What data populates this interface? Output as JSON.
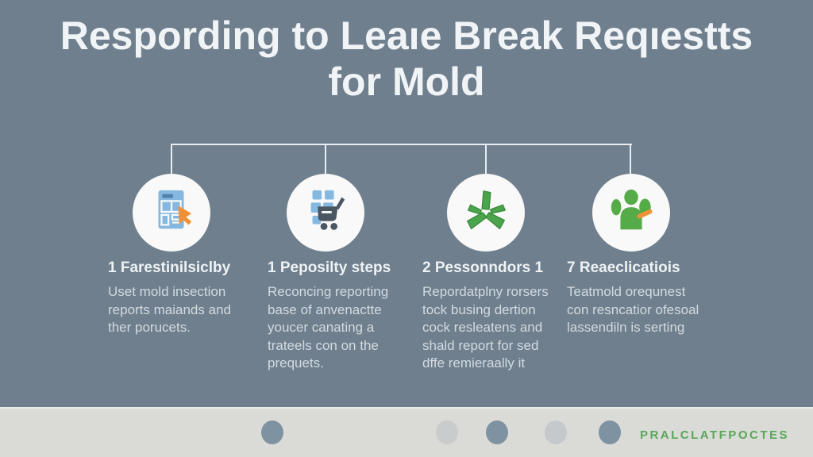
{
  "title": {
    "line1": "Respording to Leaıe Break Reqıestts",
    "line2": "for Mold"
  },
  "steps": [
    {
      "icon": "form-cursor-icon",
      "heading": "1 Farestinilsiclby",
      "lines": [
        "Uset mold insection",
        "reports maiands and",
        "ther porucets."
      ]
    },
    {
      "icon": "grid-cart-icon",
      "heading": "1 Peposilty steps",
      "lines": [
        "Reconcing reporting",
        "base of anvenactte",
        "youcer canating a",
        "trateels con on the",
        "prequets."
      ]
    },
    {
      "icon": "branch-icon",
      "heading": "2 Pessonndors 1",
      "lines": [
        "Repordatplny rorsers",
        "tock busing dertion",
        "cock resleatens and",
        "shald report for sed",
        "dffe remieraally it"
      ]
    },
    {
      "icon": "people-pen-icon",
      "heading": "7 Reaeclicatiois",
      "lines": [
        "Teatmold orequnest",
        "con resncatior ofesoal",
        "lassendiln is serting"
      ]
    }
  ],
  "footer": {
    "brand": "PRALCLATFPOCTES"
  },
  "colors": {
    "background": "#6f7f8e",
    "circle_fill": "#f8f9f8",
    "connector": "#e9edef",
    "icon_blue": "#85b9e0",
    "icon_dark_slate": "#4a5662",
    "icon_green": "#55ab47",
    "icon_orange": "#ef9136",
    "footer_bg": "#dadbd7",
    "brand_green": "#58a75a",
    "dot_blue": "#7e92a2",
    "dot_light": "#c9cbcd",
    "body_text": "#d3dae0",
    "heading_text": "#eef2f4"
  }
}
